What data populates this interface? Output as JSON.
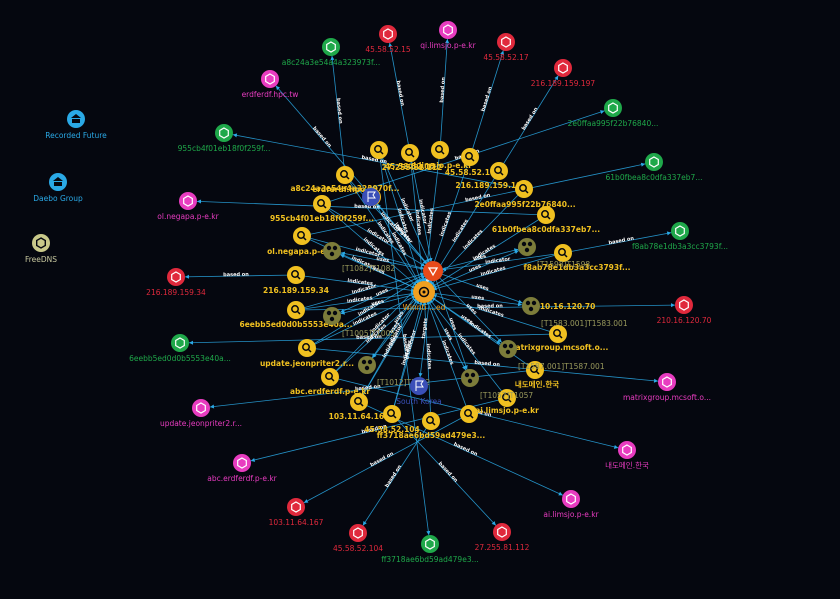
{
  "colors": {
    "background": "#05070f",
    "edge": "#2aa9e6",
    "indicator": "#f0c020",
    "ip": "#e0293c",
    "hash": "#1fa84a",
    "domain": "#e83cc0",
    "source": "#2aa9e6",
    "attack": "#7c7c3a",
    "country": "#3a4fb8",
    "center_threat": "#e84a1a",
    "center_malware": "#f0a020"
  },
  "edge_labels": {
    "based_on": "based on",
    "indicates": "indicates",
    "indicator": "indicator",
    "related_to": "related-to",
    "uses": "uses",
    "targets": "targets"
  },
  "legend": [
    {
      "id": "recorded-future",
      "label": "Recorded Future",
      "icon": "bank-icon"
    },
    {
      "id": "daebo-group",
      "label": "Daebo Group",
      "icon": "bank-icon"
    },
    {
      "id": "freedns",
      "label": "FreeDNS",
      "icon": "hexagon-icon"
    }
  ],
  "center_nodes": [
    {
      "id": "threat",
      "label": "",
      "icon": "threat-actor-icon"
    },
    {
      "id": "malware",
      "label": "Winnti ...ed",
      "icon": "biohazard-icon"
    }
  ],
  "indicators": [
    {
      "id": "i1",
      "label": "45.58.52.15"
    },
    {
      "id": "i2",
      "label": "qi.limsjo.p-e.kr"
    },
    {
      "id": "i3",
      "label": "a8c24a3e54a4a323970f..."
    },
    {
      "id": "i4",
      "label": "45.58.52.17"
    },
    {
      "id": "i5",
      "label": "erdferdf.hpc.tw"
    },
    {
      "id": "i6",
      "label": "216.189.159.197"
    },
    {
      "id": "i7",
      "label": "955cb4f01eb18f0f259f..."
    },
    {
      "id": "i8",
      "label": "2e0ffaa995f22b76840..."
    },
    {
      "id": "i9",
      "label": "ol.negapa.p-e.kr"
    },
    {
      "id": "i10",
      "label": "61b0fbea8c0dfa337eb7..."
    },
    {
      "id": "i11",
      "label": "f8ab78e1db3a3cc3793f..."
    },
    {
      "id": "i12",
      "label": "216.189.159.34"
    },
    {
      "id": "i13",
      "label": "6eebb5ed0d0b5553e40a..."
    },
    {
      "id": "i14",
      "label": "210.16.120.70"
    },
    {
      "id": "i15",
      "label": "update.jeonpriter2.r..."
    },
    {
      "id": "i16",
      "label": "matrixgroup.mcsoft.o..."
    },
    {
      "id": "i17",
      "label": "abc.erdferdf.p-e.kr"
    },
    {
      "id": "i18",
      "label": "내도메인.한국"
    },
    {
      "id": "i19",
      "label": "103.11.64.167"
    },
    {
      "id": "i20",
      "label": "ai.limsjo.p-e.kr"
    },
    {
      "id": "i21",
      "label": "45.58.52.104"
    },
    {
      "id": "i22",
      "label": "ff3718ae6bd59ad479e3..."
    },
    {
      "id": "i23",
      "label": "27.255.81.112"
    }
  ],
  "observables": [
    {
      "id": "o1",
      "label": "45.58.52.15",
      "type": "ip"
    },
    {
      "id": "o2",
      "label": "qi.limsjo.p-e.kr",
      "type": "domain"
    },
    {
      "id": "o3",
      "label": "a8c24a3e54a4a323973f...",
      "type": "hash"
    },
    {
      "id": "o4",
      "label": "45.58.52.17",
      "type": "ip"
    },
    {
      "id": "o5",
      "label": "erdferdf.hpc.tw",
      "type": "domain"
    },
    {
      "id": "o6",
      "label": "216.189.159.197",
      "type": "ip"
    },
    {
      "id": "o7",
      "label": "2e0ffaa995f22b76840...",
      "type": "hash"
    },
    {
      "id": "o8",
      "label": "955cb4f01eb18f0f259f...",
      "type": "hash"
    },
    {
      "id": "o9",
      "label": "61b0fbea8c0dfa337eb7...",
      "type": "hash"
    },
    {
      "id": "o10",
      "label": "ol.negapa.p-e.kr",
      "type": "domain"
    },
    {
      "id": "o11",
      "label": "f8ab78e1db3a3cc3793f...",
      "type": "hash"
    },
    {
      "id": "o12",
      "label": "216.189.159.34",
      "type": "ip"
    },
    {
      "id": "o13",
      "label": "210.16.120.70",
      "type": "ip"
    },
    {
      "id": "o14",
      "label": "6eebb5ed0d0b5553e40a...",
      "type": "hash"
    },
    {
      "id": "o15",
      "label": "matrixgroup.mcsoft.o...",
      "type": "domain"
    },
    {
      "id": "o16",
      "label": "update.jeonpriter2.r...",
      "type": "domain"
    },
    {
      "id": "o17",
      "label": "내도메인.한국",
      "type": "domain"
    },
    {
      "id": "o18",
      "label": "abc.erdferdf.p-e.kr",
      "type": "domain"
    },
    {
      "id": "o19",
      "label": "ai.limsjo.p-e.kr",
      "type": "domain"
    },
    {
      "id": "o20",
      "label": "103.11.64.167",
      "type": "ip"
    },
    {
      "id": "o21",
      "label": "27.255.81.112",
      "type": "ip"
    },
    {
      "id": "o22",
      "label": "45.58.52.104",
      "type": "ip"
    },
    {
      "id": "o23",
      "label": "ff3718ae6bd59ad479e3...",
      "type": "hash"
    }
  ],
  "attack_patterns": [
    {
      "id": "a1",
      "label": "[T1082]T1082"
    },
    {
      "id": "a2",
      "label": "[T1598]T1598"
    },
    {
      "id": "a3",
      "label": "[T1005]T1005"
    },
    {
      "id": "a4",
      "label": "[T1583.001]T1583.001"
    },
    {
      "id": "a5",
      "label": "[T1012]T1012"
    },
    {
      "id": "a6",
      "label": "[T1587.001]T1587.001"
    },
    {
      "id": "a7",
      "label": "[T1057]T1057"
    }
  ],
  "others": [
    {
      "id": "c1",
      "label": "South Korea",
      "icon": "flag-icon"
    },
    {
      "id": "c2",
      "label": "",
      "icon": "flag-icon"
    }
  ]
}
